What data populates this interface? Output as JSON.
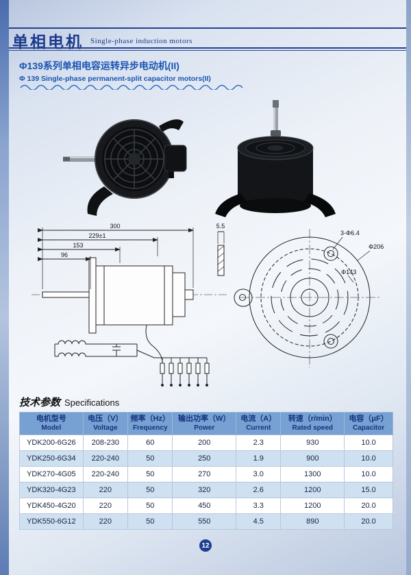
{
  "header": {
    "title_cn": "单相电机",
    "title_en": "Single-phase induction motors"
  },
  "subtitle": {
    "line1": "Φ139系列单相电容运转异步电动机(II)",
    "line2": "Φ 139 Single-phase permanent-split capacitor motors(II)"
  },
  "drawing": {
    "dim_total": "300",
    "dim_body": "229±1",
    "dim_mid": "153",
    "dim_front": "96",
    "dim_plate": "5.5",
    "label_holes": "3-Φ6.4",
    "label_bolt_circle": "Φ143",
    "label_outer": "Φ206"
  },
  "specs_heading": {
    "cn": "技术参数",
    "en": "Specifications"
  },
  "table": {
    "headers": [
      {
        "cn": "电机型号",
        "en": "Model"
      },
      {
        "cn": "电压（V）",
        "en": "Voltage"
      },
      {
        "cn": "频率（Hz）",
        "en": "Frequency"
      },
      {
        "cn": "输出功率（W）",
        "en": "Power"
      },
      {
        "cn": "电流（A）",
        "en": "Current"
      },
      {
        "cn": "转速（r/min）",
        "en": "Rated speed"
      },
      {
        "cn": "电容（μF）",
        "en": "Capacitor"
      }
    ],
    "rows": [
      [
        "YDK200-6G26",
        "208-230",
        "60",
        "200",
        "2.3",
        "930",
        "10.0"
      ],
      [
        "YDK250-6G34",
        "220-240",
        "50",
        "250",
        "1.9",
        "900",
        "10.0"
      ],
      [
        "YDK270-4G05",
        "220-240",
        "50",
        "270",
        "3.0",
        "1300",
        "10.0"
      ],
      [
        "YDK320-4G23",
        "220",
        "50",
        "320",
        "2.6",
        "1200",
        "15.0"
      ],
      [
        "YDK450-4G20",
        "220",
        "50",
        "450",
        "3.3",
        "1200",
        "20.0"
      ],
      [
        "YDK550-6G12",
        "220",
        "50",
        "550",
        "4.5",
        "890",
        "20.0"
      ]
    ]
  },
  "page_number": "12"
}
